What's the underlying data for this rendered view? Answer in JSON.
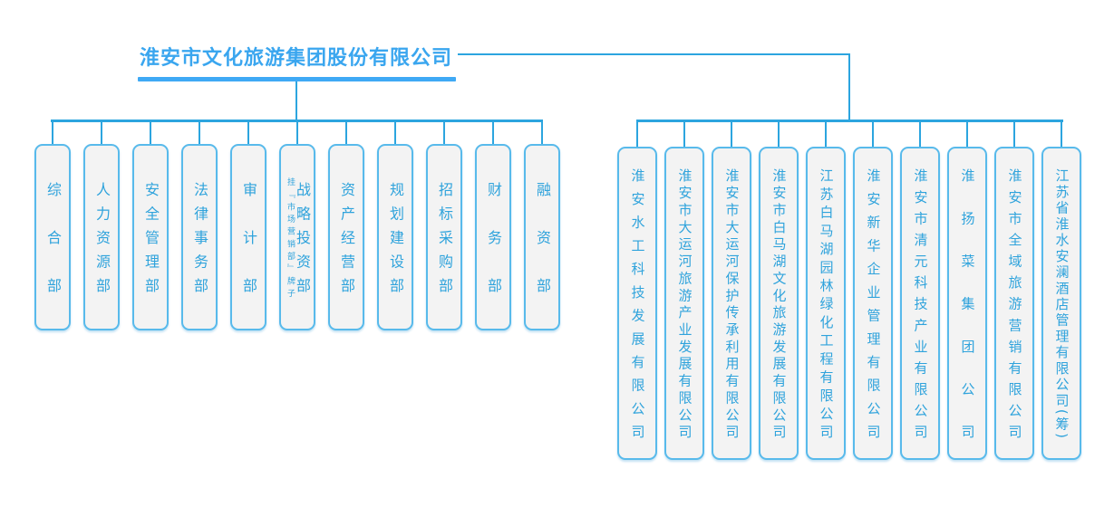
{
  "root": {
    "title": "淮安市文化旅游集团股份有限公司"
  },
  "left_group": {
    "name": "headquarters-departments",
    "items": [
      {
        "label": "综合部"
      },
      {
        "label": "人力资源部"
      },
      {
        "label": "安全管理部"
      },
      {
        "label": "法律事务部"
      },
      {
        "label": "审计部"
      },
      {
        "label": "战略投资部",
        "note": "挂『市场营销部』牌子"
      },
      {
        "label": "资产经营部"
      },
      {
        "label": "规划建设部"
      },
      {
        "label": "招标采购部"
      },
      {
        "label": "财务部"
      },
      {
        "label": "融资部"
      }
    ]
  },
  "right_group": {
    "name": "subsidiary-companies",
    "items": [
      {
        "label": "淮安水工科技发展有限公司"
      },
      {
        "label": "淮安市大运河旅游产业发展有限公司"
      },
      {
        "label": "淮安市大运河保护传承利用有限公司"
      },
      {
        "label": "淮安市白马湖文化旅游发展有限公司"
      },
      {
        "label": "江苏白马湖园林绿化工程有限公司"
      },
      {
        "label": "淮安新华企业管理有限公司"
      },
      {
        "label": "淮安市清元科技产业有限公司"
      },
      {
        "label": "淮扬菜集团公司"
      },
      {
        "label": "淮安市全域旅游营销有限公司"
      },
      {
        "label": "江苏省淮水安澜酒店管理有限公司(筹)"
      }
    ]
  },
  "colors": {
    "title_text": "#3aa6ef",
    "underline": "#3fa9f5",
    "connector_line": "#2ca5df",
    "box_border": "#58baeb",
    "box_fill": "#f3f3f3",
    "box_text": "#2fa3dc"
  }
}
